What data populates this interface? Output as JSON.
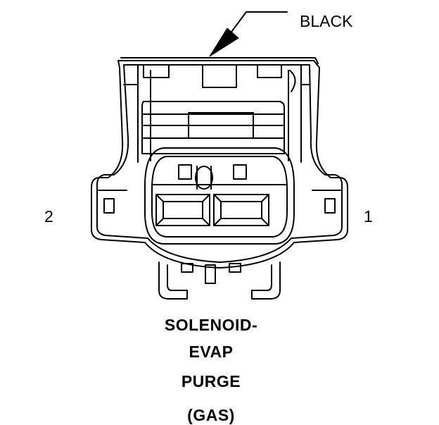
{
  "diagram": {
    "color_callout": "BLACK",
    "pins": {
      "left": "2",
      "right": "1"
    },
    "component_name": {
      "line1": "SOLENOID-",
      "line2": "EVAP",
      "line3": "PURGE",
      "line4": "(GAS)"
    },
    "colors": {
      "stroke": "#000000",
      "background": "#ffffff"
    }
  }
}
